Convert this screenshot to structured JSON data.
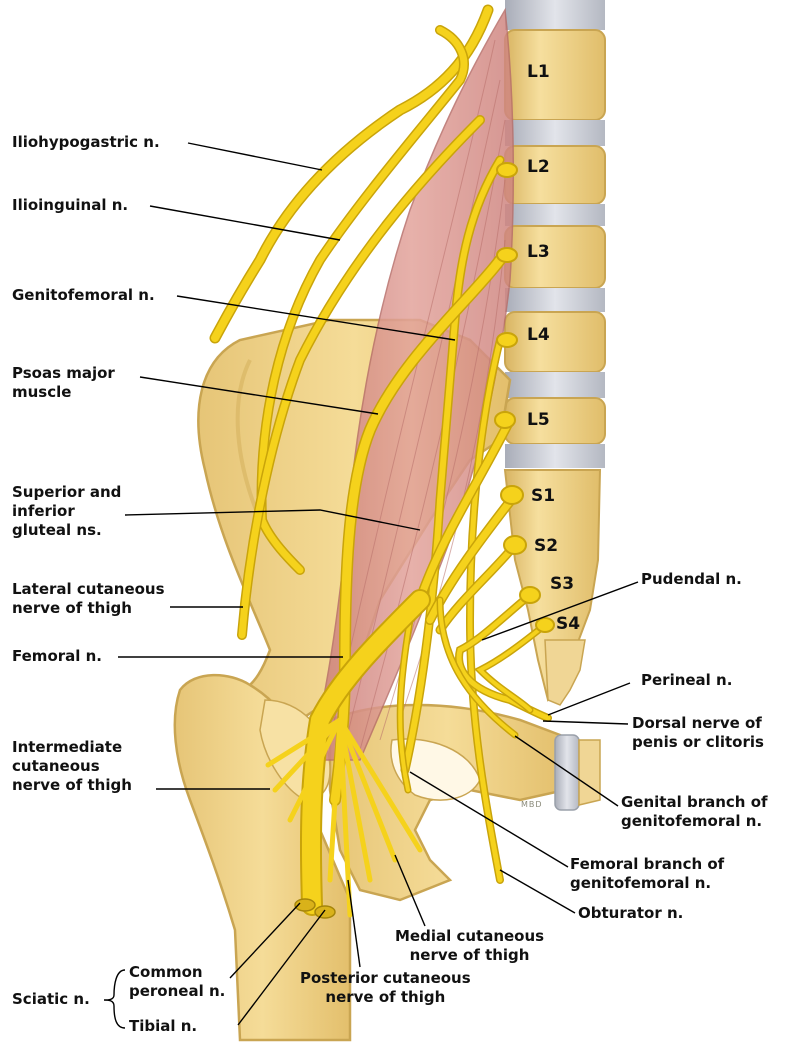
{
  "vertebrae": [
    "L1",
    "L2",
    "L3",
    "L4",
    "L5",
    "S1",
    "S2",
    "S3",
    "S4"
  ],
  "labels": {
    "iliohypogastric": "Iliohypogastric n.",
    "ilioinguinal": "Ilioinguinal n.",
    "genitofemoral": "Genitofemoral n.",
    "psoas": "Psoas major\nmuscle",
    "gluteal": "Superior and\ninferior\ngluteal ns.",
    "lateral_cutaneous": "Lateral cutaneous\nnerve of thigh",
    "femoral": "Femoral n.",
    "intermediate_cutaneous": "Intermediate\ncutaneous\nnerve of thigh",
    "sciatic": "Sciatic n.",
    "common_peroneal": "Common\nperoneal n.",
    "tibial": "Tibial n.",
    "posterior_cutaneous": "Posterior cutaneous\nnerve of thigh",
    "medial_cutaneous": "Medial cutaneous\nnerve of thigh",
    "obturator": "Obturator n.",
    "femoral_branch": "Femoral branch of\ngenitofemoral n.",
    "genital_branch": "Genital branch of\ngenitofemoral n.",
    "dorsal_nerve": "Dorsal nerve of\npenis or clitoris",
    "perineal": "Perineal n.",
    "pudendal": "Pudendal n."
  },
  "stamp": "MBD",
  "colors": {
    "bone": "#f2d58a",
    "bone_shadow": "#d9b45e",
    "nerve": "#f5d21c",
    "nerve_edge": "#c9a40a",
    "muscle": "#d9908a",
    "disc": "#c9ccd4",
    "leader": "#000000"
  }
}
